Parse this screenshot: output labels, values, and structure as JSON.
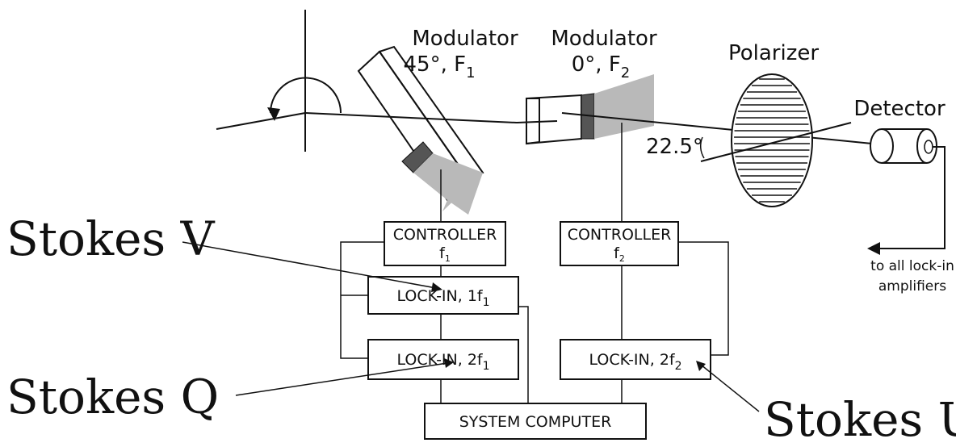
{
  "labels": {
    "modulator_1_title": "Modulator",
    "modulator_1_spec": "45°, F",
    "modulator_1_sub": "1",
    "modulator_2_title": "Modulator",
    "modulator_2_spec": "0°, F",
    "modulator_2_sub": "2",
    "polarizer": "Polarizer",
    "detector": "Detector",
    "angle": "22.5°",
    "to_lockin_1": "to all lock-in",
    "to_lockin_2": "amplifiers"
  },
  "boxes": {
    "controller_1": {
      "title": "CONTROLLER",
      "sub": "1"
    },
    "controller_2": {
      "title": "CONTROLLER",
      "sub": "2"
    },
    "lockin_1f1": {
      "text": "LOCK-IN, 1f",
      "sub": "1"
    },
    "lockin_2f1": {
      "text": "LOCK-IN, 2f",
      "sub": "1"
    },
    "lockin_2f2": {
      "text": "LOCK-IN, 2f",
      "sub": "2"
    },
    "system_computer": {
      "text": "SYSTEM COMPUTER"
    }
  },
  "stokes": {
    "v": "Stokes V",
    "q": "Stokes Q",
    "u": "Stokes U"
  },
  "colors": {
    "line": "#111111",
    "shade": "#b9b9b9",
    "dark_face": "#555555",
    "background": "#ffffff"
  }
}
